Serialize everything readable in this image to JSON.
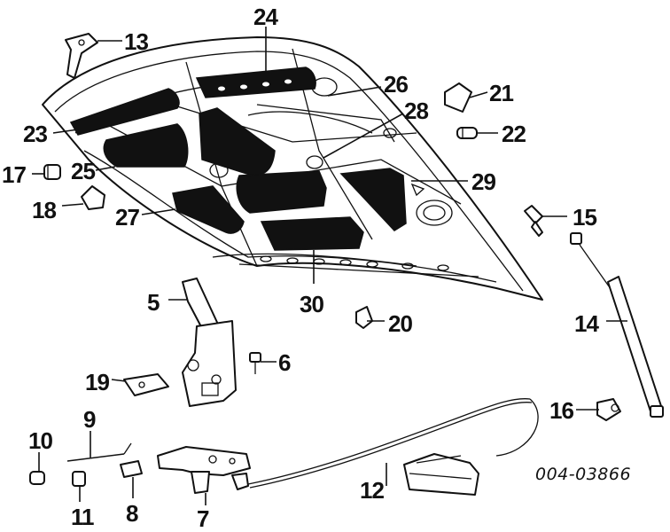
{
  "diagram": {
    "reference_code": "004-03866",
    "callouts": {
      "c5": "5",
      "c6": "6",
      "c7": "7",
      "c8": "8",
      "c9": "9",
      "c10": "10",
      "c11": "11",
      "c12": "12",
      "c13": "13",
      "c14": "14",
      "c15": "15",
      "c16": "16",
      "c17": "17",
      "c18": "18",
      "c19": "19",
      "c20": "20",
      "c21": "21",
      "c22": "22",
      "c23": "23",
      "c24": "24",
      "c25": "25",
      "c26": "26",
      "c27": "27",
      "c28": "28",
      "c29": "29",
      "c30": "30"
    }
  }
}
